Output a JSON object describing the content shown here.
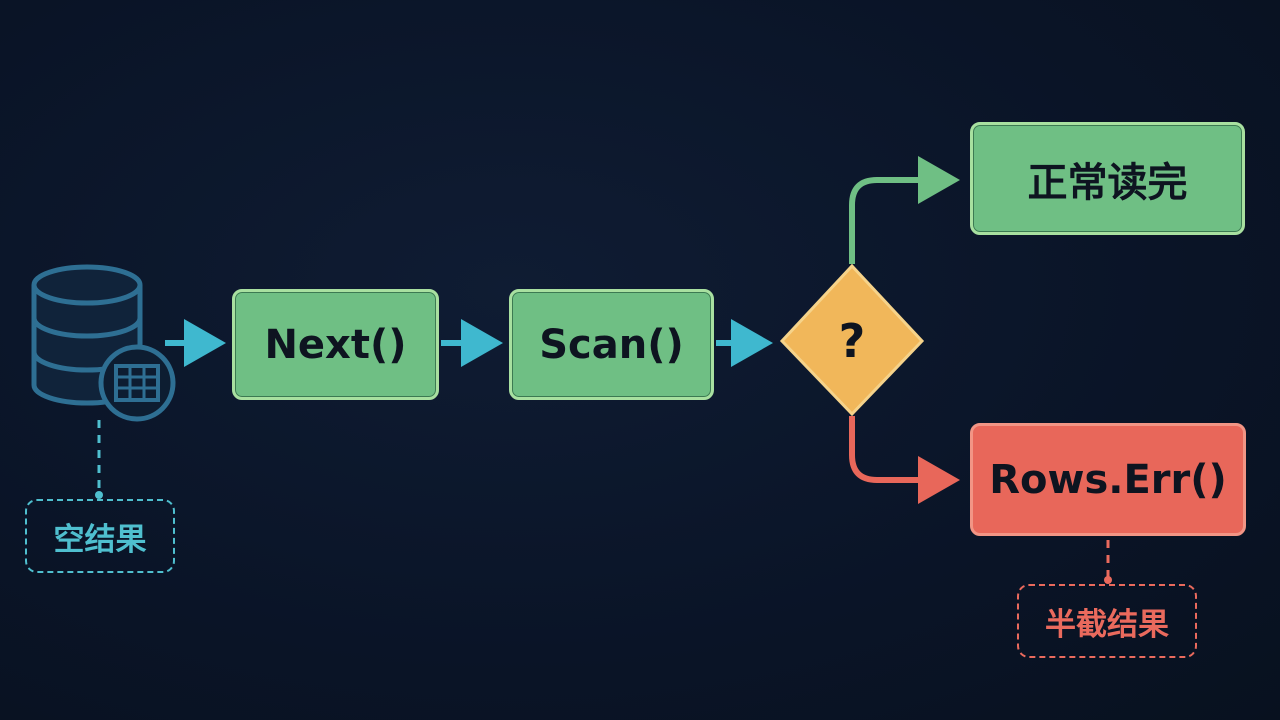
{
  "nodes": {
    "next": "Next()",
    "scan": "Scan()",
    "decision": "?",
    "ok": "正常读完",
    "err": "Rows.Err()",
    "empty": "空结果",
    "partial": "半截结果"
  },
  "icons": {
    "source": "database-table-icon"
  },
  "colors": {
    "background": "#0b1528",
    "flow_arrow": "#3fb8cf",
    "ok_branch": "#6fbf84",
    "err_branch": "#e8675a",
    "decision_fill": "#f1b75a",
    "database_stroke": "#2e6f93"
  }
}
